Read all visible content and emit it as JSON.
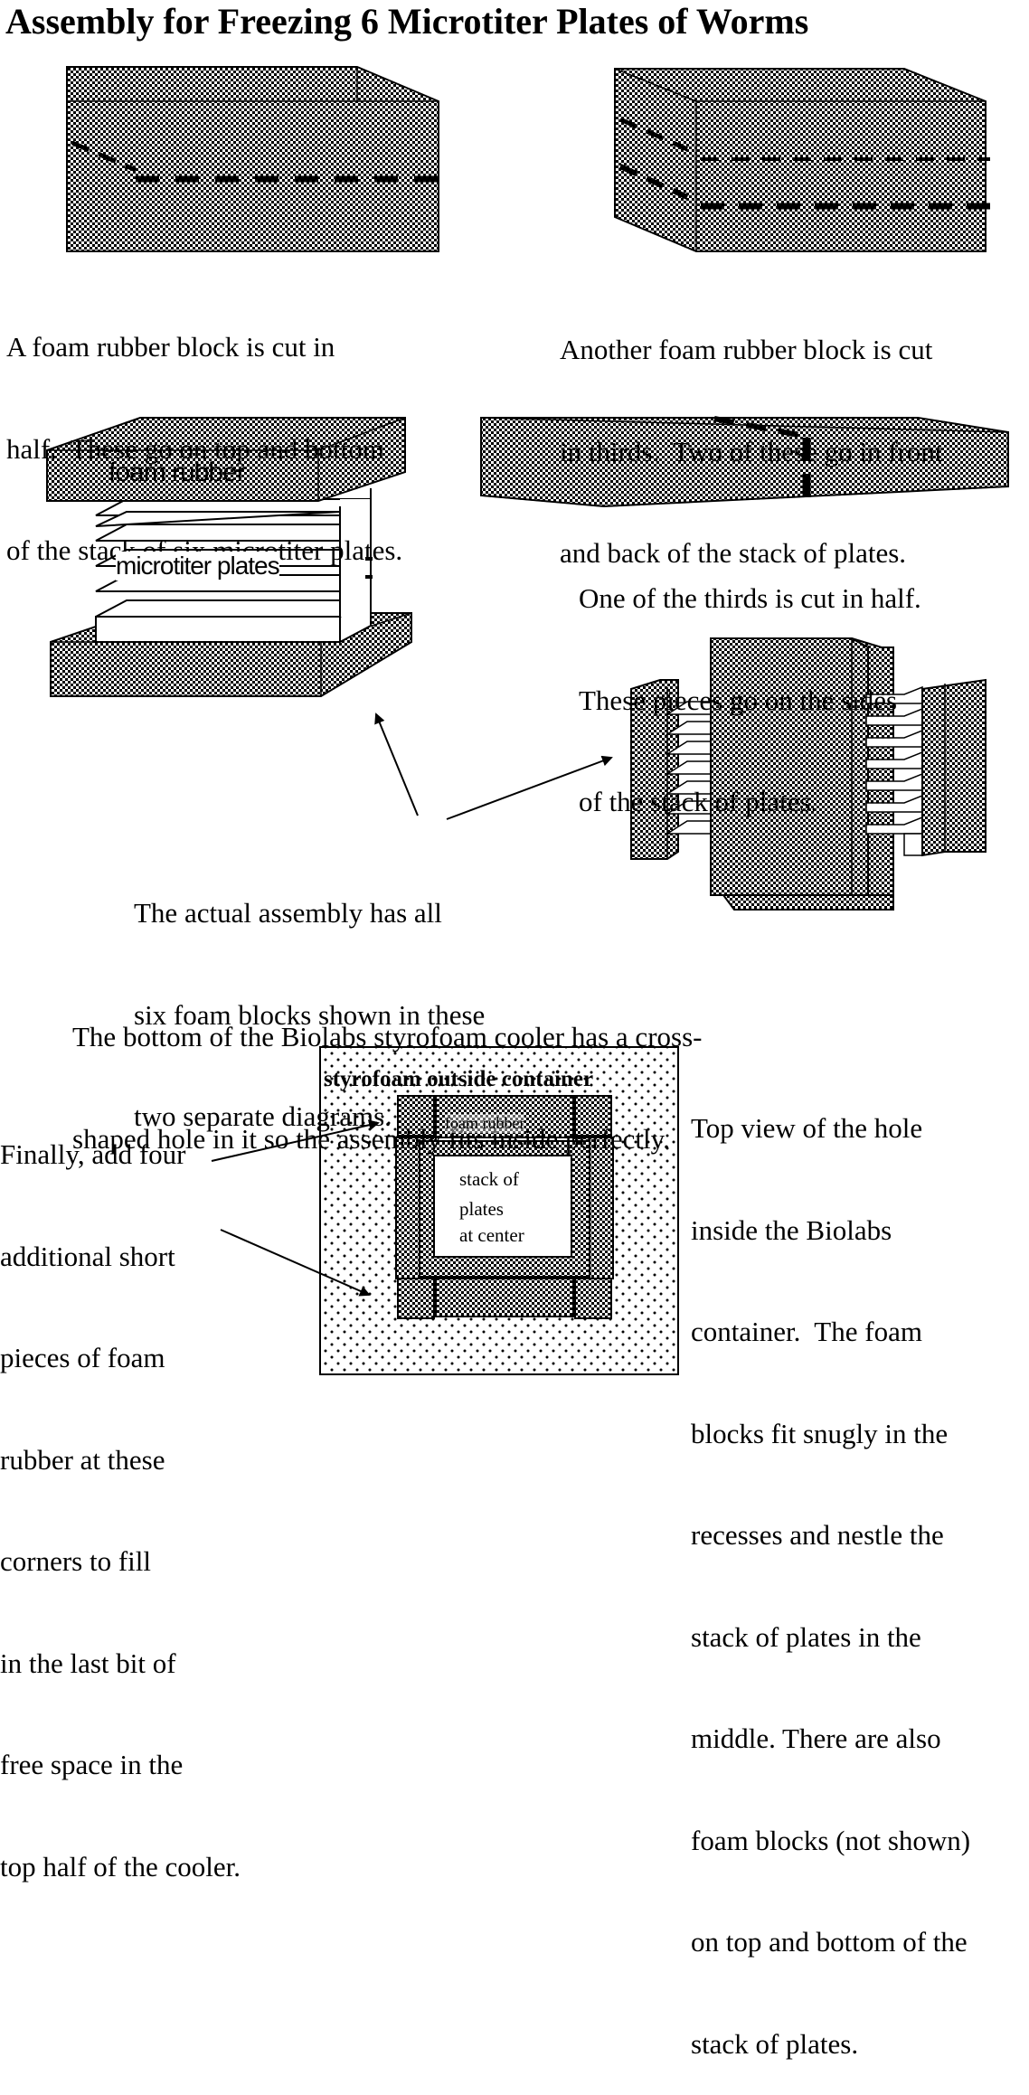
{
  "title": "Assembly for Freezing 6 Microtiter Plates of Worms",
  "captions": {
    "halves": [
      "A foam rubber block is cut in",
      "half.  These go on top and bottom",
      "of the stack of six microtiter plates."
    ],
    "thirds": [
      "Another foam rubber block is cut",
      "in thirds.  Two of these go in front",
      "and back of the stack of plates."
    ],
    "third_half": [
      "One of the thirds is cut in half.",
      "These pieces go on the sides",
      "of the stack of plates."
    ],
    "assembly": [
      "The actual assembly has all",
      "six foam blocks shown in these",
      "two separate diagrams."
    ],
    "cooler": [
      "The bottom of the Biolabs styrofoam cooler has a cross-",
      "shaped hole in it so the assembly fits inside perfectly."
    ],
    "corners": [
      "Finally, add four",
      "additional short",
      "pieces of foam",
      "rubber at these",
      "corners to fill",
      "in the last bit of",
      "free space in the",
      "top half of the cooler."
    ],
    "top_view": [
      "Top view of the hole",
      "inside the Biolabs",
      "container.  The foam",
      "blocks fit snugly in the",
      "recesses and nestle the",
      "stack of plates in the",
      "middle. There are also",
      "foam blocks (not shown)",
      "on top and bottom of the",
      "stack of plates."
    ]
  },
  "labels": {
    "foam_rubber": "foam    rubber",
    "microtiter_plates": "microtiter   plates",
    "styrofoam": "styrofoam outside container",
    "foam_rubber_small": "foam rubber",
    "stack_line1": "stack of",
    "stack_line2": "plates",
    "stack_line3": "at center"
  }
}
